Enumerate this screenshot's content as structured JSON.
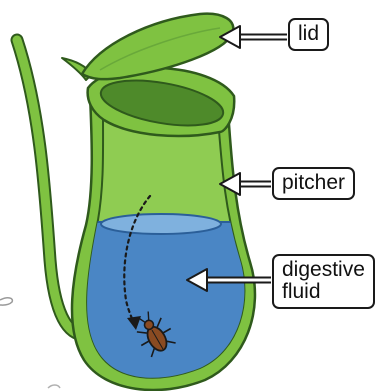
{
  "labels": {
    "lid": "lid",
    "pitcher": "pitcher",
    "fluid_line1": "digestive",
    "fluid_line2": "fluid"
  },
  "colors": {
    "plant_green": "#7fc241",
    "plant_dark_green": "#4e8a2a",
    "lid_inner": "#5f9e38",
    "fluid_blue": "#4a86c5",
    "fluid_surface": "#7fb1de",
    "outline": "#2f5a1c",
    "insect": "#8a4b22"
  },
  "icons": [
    "insect-icon",
    "lid-arrow-icon",
    "pitcher-arrow-icon",
    "fluid-arrow-icon"
  ]
}
